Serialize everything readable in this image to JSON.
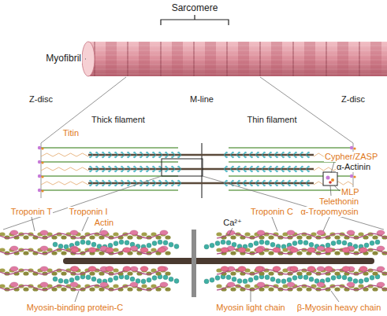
{
  "diagram": {
    "labels": [
      "Sarcomere",
      "Myofibril",
      "Z-disc",
      "M-line",
      "Z-disc",
      "Thick filament",
      "Thin filament",
      "Titin",
      "Cypher/ZASP",
      "α-Actinin",
      "MLP",
      "Telethonin",
      "Troponin T",
      "Troponin I",
      "Actin",
      "Troponin C",
      "α-Tropomyosin",
      "Ca²⁺",
      "Myosin-binding protein-C",
      "Myosin light chain",
      "β-Myosin heavy chain"
    ]
  }
}
